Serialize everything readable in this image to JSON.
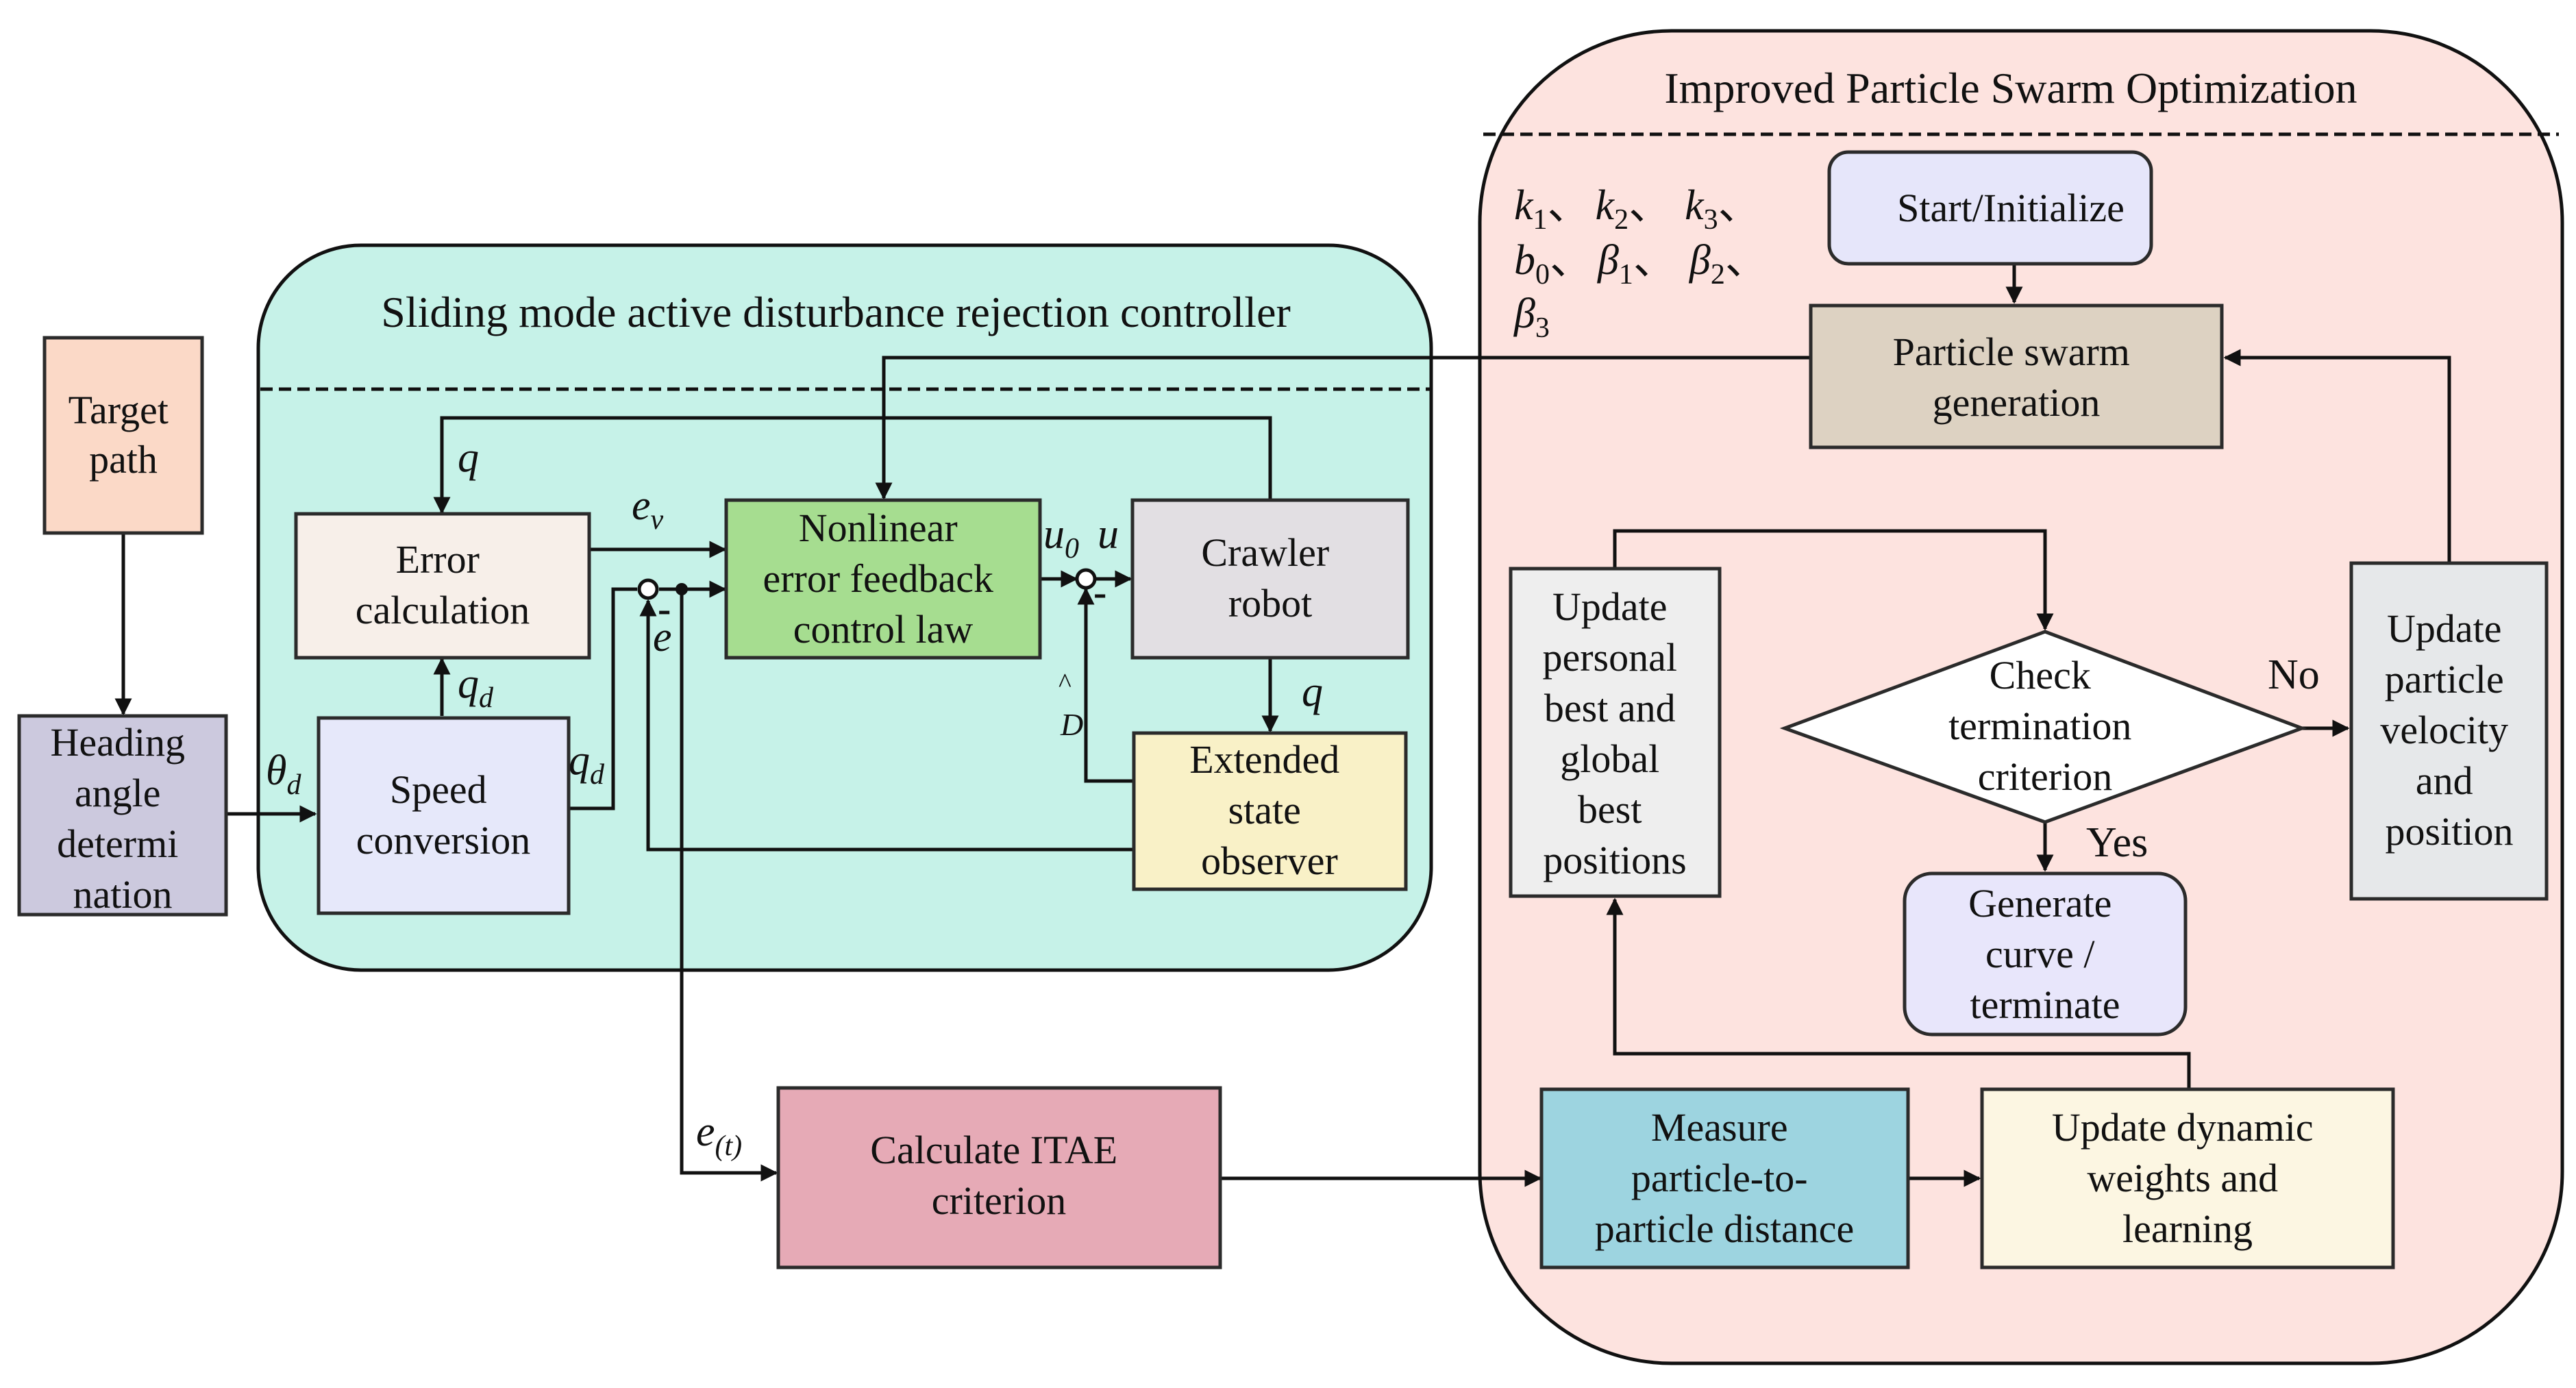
{
  "colors": {
    "smadrc_region": "#c6f2e8",
    "ipso_region": "#fde3df",
    "target_path": "#fbd9c7",
    "heading": "#ccc9de",
    "error_calc": "#f7efe9",
    "speed_conv": "#e6e8fa",
    "nonlinear": "#a6dd90",
    "crawler": "#e2dfe3",
    "eso": "#f9f1c7",
    "itae": "#e6aab6",
    "start": "#e6e6fa",
    "pso_gen": "#ddd2c2",
    "update_best": "#eeeeee",
    "check": "#ffffff",
    "generate": "#e8e6fb",
    "update_vel": "#e6e8ea",
    "measure": "#9dd4e0",
    "dyn_weights": "#fcf6e2"
  },
  "regions": {
    "smadrc_title": "Sliding mode active disturbance rejection controller",
    "ipso_title": "Improved Particle Swarm Optimization"
  },
  "blocks": {
    "target_path": [
      "Target",
      "path"
    ],
    "heading": [
      "Heading",
      "angle",
      "determi",
      "nation"
    ],
    "error_calc": [
      "Error",
      "calculation"
    ],
    "speed_conv": [
      "Speed",
      "conversion"
    ],
    "nonlinear": [
      "Nonlinear",
      "error feedback",
      "control law"
    ],
    "crawler": [
      "Crawler",
      "robot"
    ],
    "eso": [
      "Extended",
      "state",
      "observer"
    ],
    "itae": [
      "Calculate ITAE",
      "criterion"
    ],
    "start": [
      "Start/Initialize"
    ],
    "pso_gen": [
      "Particle swarm",
      "generation"
    ],
    "update_best": [
      "Update",
      "personal",
      "best and",
      "global",
      "best",
      "positions"
    ],
    "check": [
      "Check",
      "termination",
      "criterion"
    ],
    "generate": [
      "Generate",
      "curve /",
      "terminate"
    ],
    "update_vel": [
      "Update",
      "particle",
      "velocity",
      "and",
      "position"
    ],
    "measure": [
      "Measure",
      "particle-to-",
      "particle distance"
    ],
    "dyn_weights": [
      "Update dynamic",
      "weights and",
      "learning"
    ]
  },
  "signals": {
    "q": "q",
    "q_top": "q",
    "qd_up": "q",
    "qd_right": "q",
    "d_sub": "d",
    "theta": "θ",
    "ev": "e",
    "ev_sub": "v",
    "e_fb": "e",
    "u0": "u",
    "u0_sub": "0",
    "u": "u",
    "d_hat_mark": "^",
    "d_hat": "D",
    "e_t": "e",
    "e_t_sub": "(t)",
    "minus1": "-",
    "minus2": "-"
  },
  "params": {
    "line1": [
      "k",
      "1",
      "、",
      "k",
      "2",
      "、",
      "k",
      "3",
      "、"
    ],
    "line2": [
      "b",
      "0",
      "、",
      "β",
      "1",
      "、",
      "β",
      "2",
      "、"
    ],
    "line3": [
      "β",
      "3"
    ]
  },
  "labels": {
    "no": "No",
    "yes": "Yes"
  }
}
